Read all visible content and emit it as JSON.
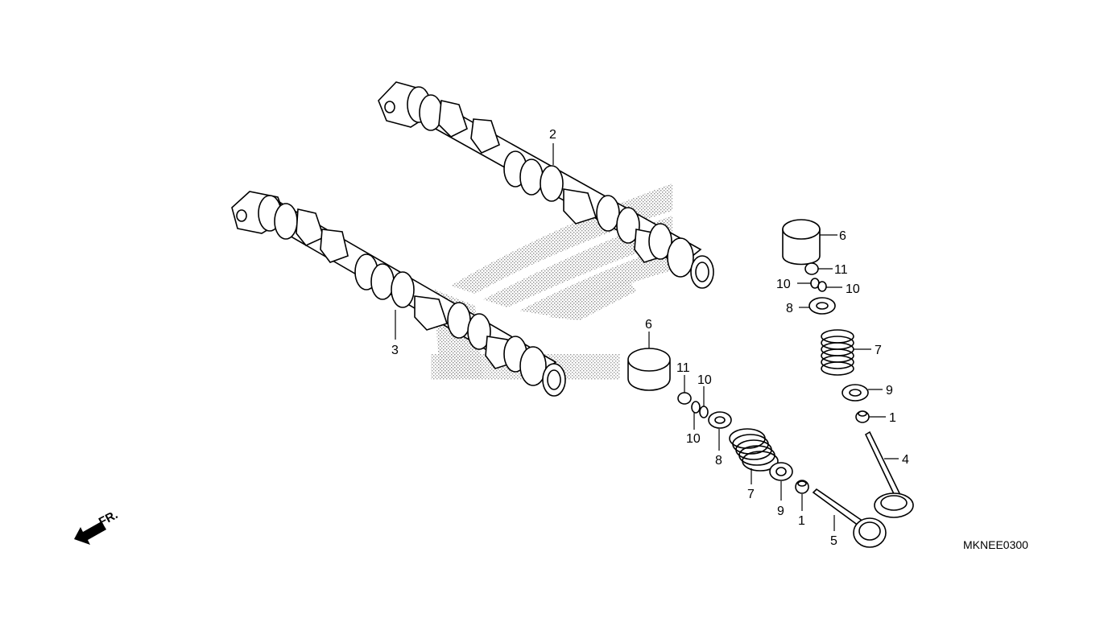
{
  "diagram_code": "MKNEE0300",
  "direction_label": "FR.",
  "callouts": {
    "c2": "2",
    "c3": "3",
    "c6a": "6",
    "c6b": "6",
    "c11a": "11",
    "c11b": "11",
    "c10a": "10",
    "c10b": "10",
    "c10c": "10",
    "c10d": "10",
    "c8a": "8",
    "c8b": "8",
    "c7a": "7",
    "c7b": "7",
    "c9a": "9",
    "c9b": "9",
    "c1a": "1",
    "c1b": "1",
    "c4": "4",
    "c5": "5"
  },
  "colors": {
    "line": "#000000",
    "watermark": "#9a9a9a",
    "background": "#ffffff"
  },
  "icons": {
    "direction": "arrow-icon",
    "watermark": "honda-wing-icon"
  }
}
